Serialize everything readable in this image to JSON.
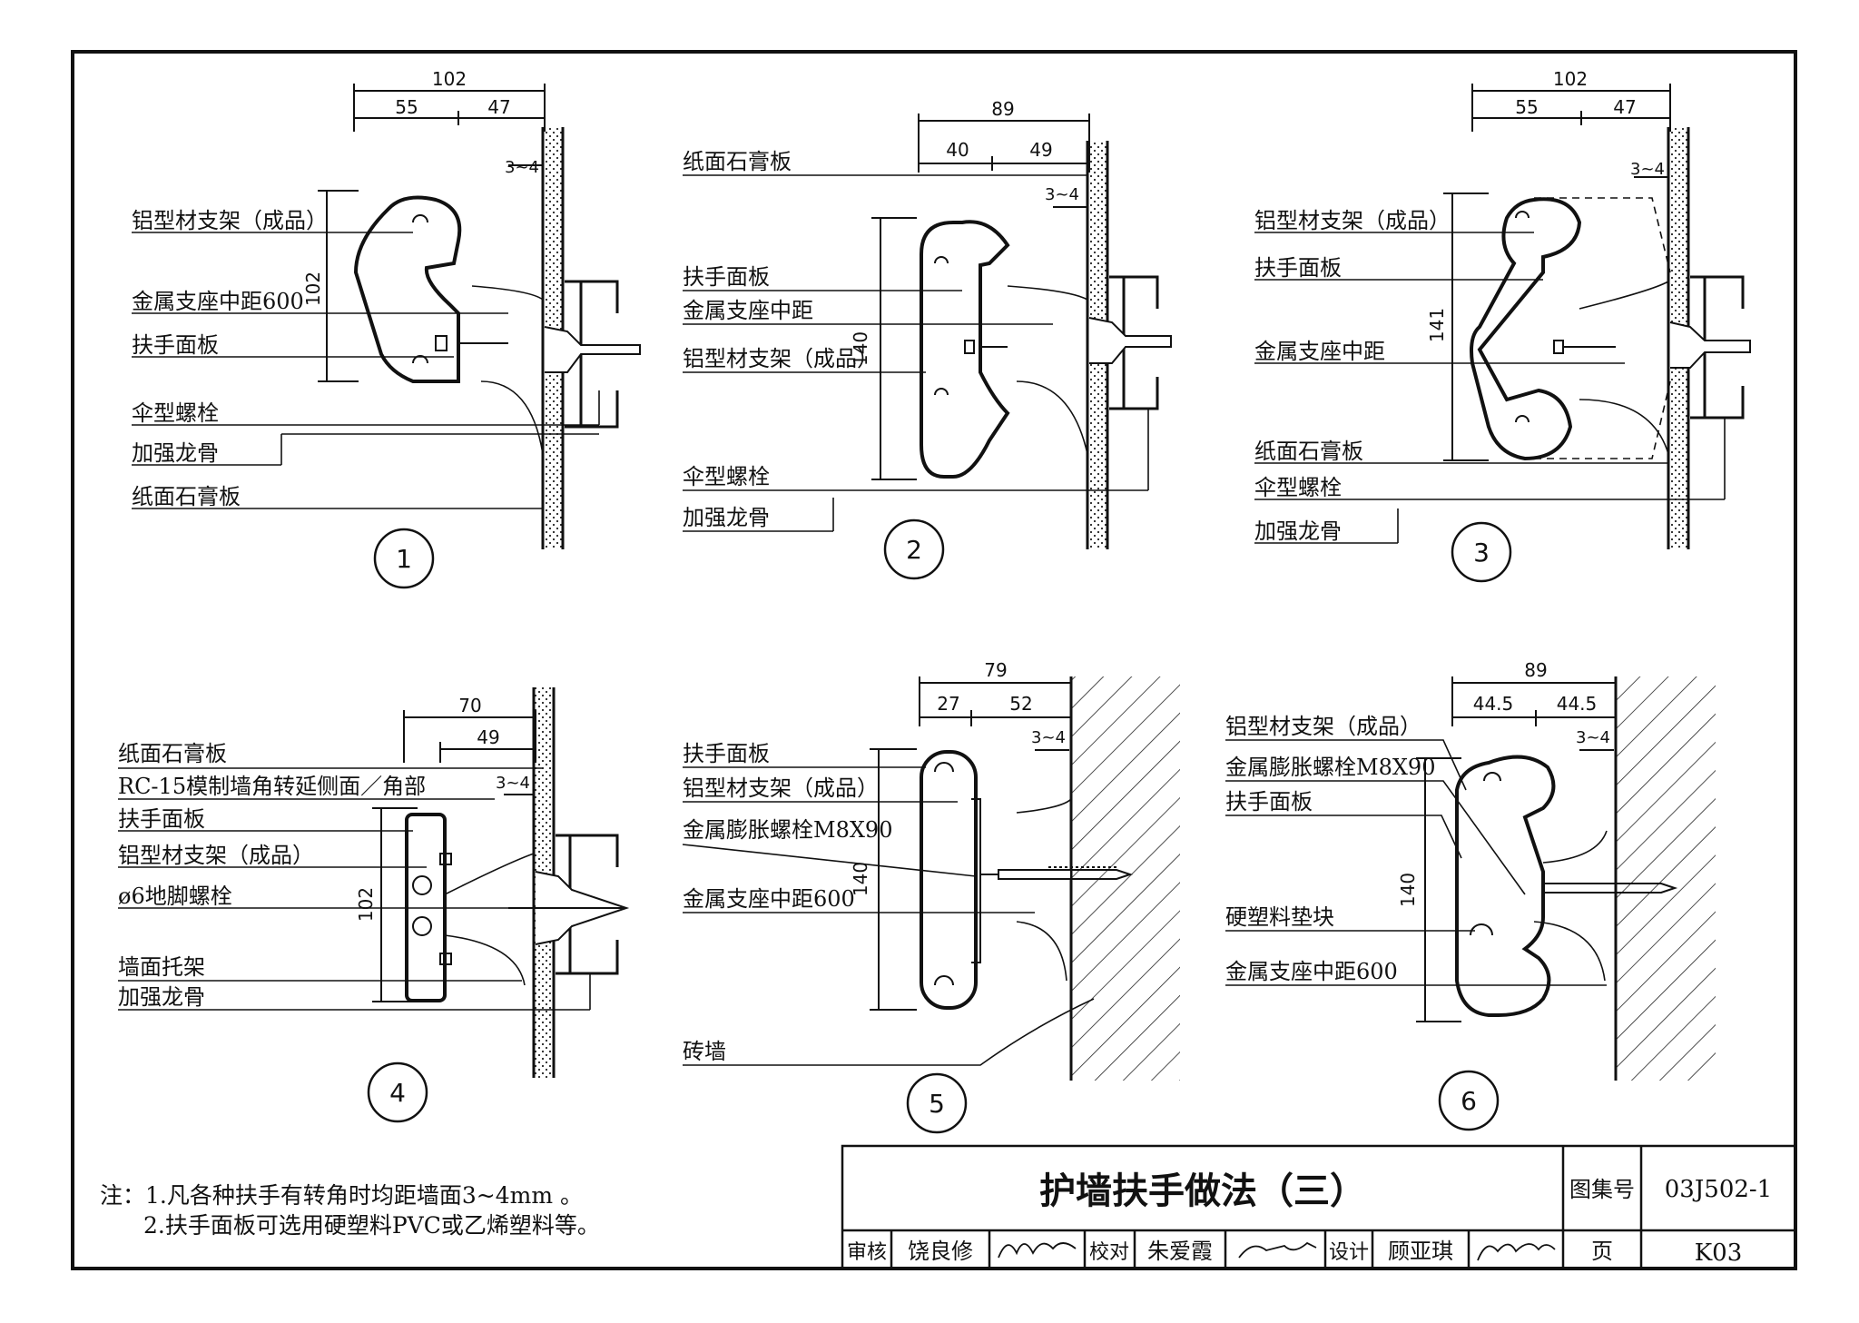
{
  "details": [
    {
      "number": "1",
      "dims": {
        "overall_width": "102",
        "left": "55",
        "right": "47",
        "gap": "3~4",
        "height": "102"
      },
      "labels": [
        "铝型材支架（成品）",
        "金属支座中距600",
        "扶手面板",
        "伞型螺栓",
        "加强龙骨",
        "纸面石膏板"
      ]
    },
    {
      "number": "2",
      "dims": {
        "overall_width": "89",
        "left": "40",
        "right": "49",
        "gap": "3~4",
        "height": "140"
      },
      "labels": [
        "纸面石膏板",
        "扶手面板",
        "金属支座中距",
        "铝型材支架（成品）",
        "伞型螺栓",
        "加强龙骨"
      ]
    },
    {
      "number": "3",
      "dims": {
        "overall_width": "102",
        "left": "55",
        "right": "47",
        "gap": "3~4",
        "height": "141"
      },
      "labels": [
        "铝型材支架（成品）",
        "扶手面板",
        "金属支座中距",
        "纸面石膏板",
        "伞型螺栓",
        "加强龙骨"
      ]
    },
    {
      "number": "4",
      "dims": {
        "overall_width": "70",
        "inner": "49",
        "gap": "3~4",
        "height": "102"
      },
      "labels": [
        "纸面石膏板",
        "RC-15模制墙角转延侧面／角部",
        "扶手面板",
        "铝型材支架（成品）",
        "ø6地脚螺栓",
        "墙面托架",
        "加强龙骨"
      ]
    },
    {
      "number": "5",
      "dims": {
        "overall_width": "79",
        "left": "27",
        "right": "52",
        "gap": "3~4",
        "height": "140"
      },
      "labels": [
        "扶手面板",
        "铝型材支架（成品）",
        "金属膨胀螺栓M8X90",
        "金属支座中距600",
        "砖墙"
      ]
    },
    {
      "number": "6",
      "dims": {
        "overall_width": "89",
        "left": "44.5",
        "right": "44.5",
        "gap": "3~4",
        "height": "140"
      },
      "labels": [
        "铝型材支架（成品）",
        "金属膨胀螺栓M8X90",
        "扶手面板",
        "硬塑料垫块",
        "金属支座中距600"
      ]
    }
  ],
  "notes": {
    "prefix": "注：",
    "items": [
      "1.凡各种扶手有转角时均距墙面3~4mm 。",
      "2.扶手面板可选用硬塑料PVC或乙烯塑料等。"
    ]
  },
  "title_block": {
    "title": "护墙扶手做法（三）",
    "atlas_label": "图集号",
    "atlas_no": "03J502-1",
    "page_label": "页",
    "page_no": "K03",
    "review_label": "审核",
    "reviewer": "饶良修",
    "check_label": "校对",
    "checker": "朱爱霞",
    "design_label": "设计",
    "designer": "顾亚琪"
  }
}
